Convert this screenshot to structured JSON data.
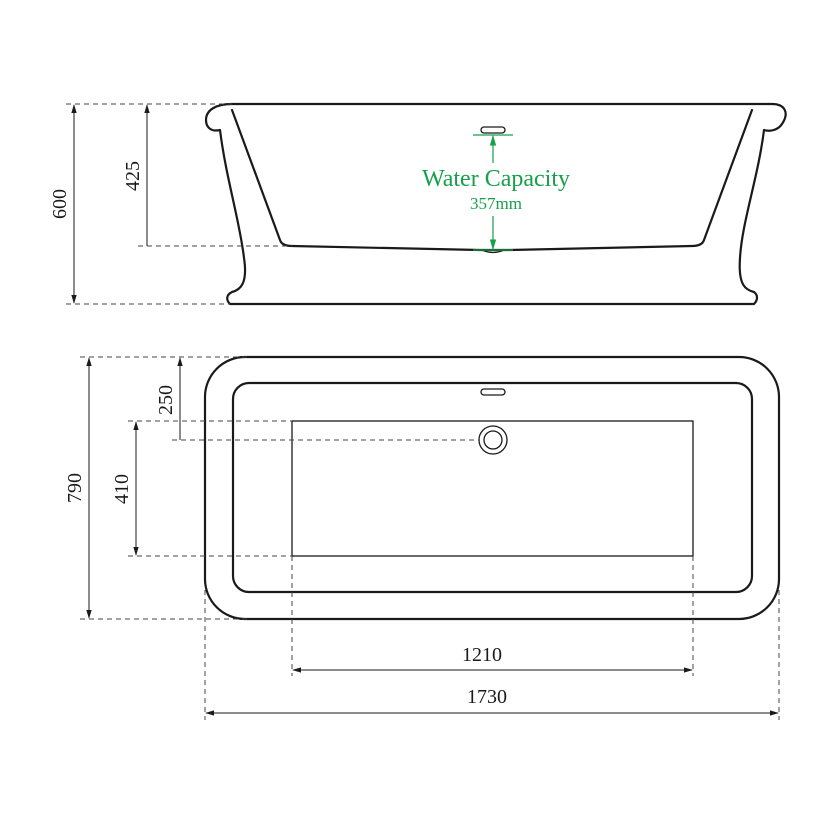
{
  "side_view": {
    "height_total": "600",
    "height_interior": "425",
    "water_capacity_label": "Water Capacity",
    "water_capacity_value": "357mm"
  },
  "top_view": {
    "width_total": "790",
    "drain_offset": "250",
    "bottom_width": "410",
    "bottom_length": "1210",
    "length_total": "1730"
  },
  "colors": {
    "line": "#1a1a1a",
    "accent": "#17a04a"
  }
}
